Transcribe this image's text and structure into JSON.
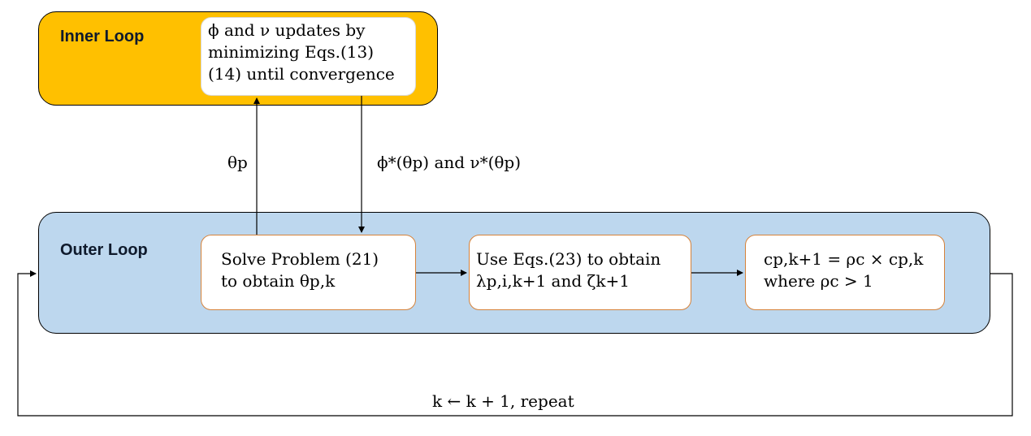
{
  "inner_loop": {
    "title": "Inner Loop",
    "box_lines": [
      "ϕ and ν updates by",
      "minimizing Eqs.(13)",
      "(14) until convergence"
    ]
  },
  "outer_loop": {
    "title": "Outer Loop",
    "step1_lines": [
      "Solve Problem (21)",
      "to obtain θp,k"
    ],
    "step2_lines": [
      "Use Eqs.(23) to obtain",
      "λp,i,k+1 and ζk+1"
    ],
    "step3_lines": [
      "cp,k+1 = ρc × cp,k",
      "where ρc > 1"
    ]
  },
  "edges": {
    "up_label": "θp",
    "down_label": "ϕ*(θp) and ν*(θp)",
    "repeat_label": "k ← k + 1, repeat"
  },
  "colors": {
    "inner_fill": "#FFC000",
    "outer_fill": "#BDD7EE",
    "box_border": "#D6823A",
    "line": "#000000"
  }
}
